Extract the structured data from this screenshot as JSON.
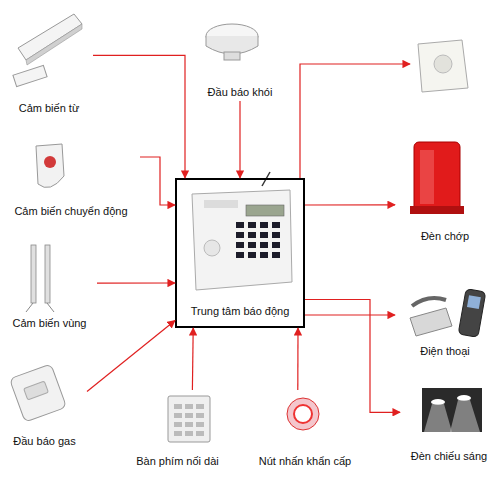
{
  "diagram": {
    "nodes": [
      {
        "text": [
          "Cảm biến từ"
        ]
      },
      {
        "text": [
          "Đầu báo khói"
        ]
      },
      {
        "text": [
          "Cảm biến chuyển động"
        ]
      },
      {
        "text": [
          "Trung tâm báo động"
        ]
      },
      {
        "text": [
          "Đèn chớp"
        ]
      },
      {
        "text": [
          "Cảm biến vùng"
        ]
      },
      {
        "text": [
          "Điện thoại"
        ]
      },
      {
        "text": [
          "Đầu báo gas"
        ]
      },
      {
        "text": [
          "Đèn chiếu sáng"
        ]
      },
      {
        "text": [
          "Bàn phím nối dài"
        ]
      },
      {
        "text": [
          "Nút nhấn khẩn cấp"
        ]
      }
    ],
    "edges": [
      {
        "from": 0,
        "to": 3,
        "arrow": "to"
      },
      {
        "from": 1,
        "to": 3,
        "arrow": "to"
      },
      {
        "from": 2,
        "to": 3,
        "arrow": "to"
      },
      {
        "from": 5,
        "to": 3,
        "arrow": "to"
      },
      {
        "from": 7,
        "to": 3,
        "arrow": "to"
      },
      {
        "from": 9,
        "to": 3,
        "arrow": "to"
      },
      {
        "from": 10,
        "to": 3,
        "arrow": "to"
      },
      {
        "from": 3,
        "to": 4,
        "arrow": "to"
      },
      {
        "from": 3,
        "to": 6,
        "arrow": "to"
      },
      {
        "from": 3,
        "to": 8,
        "arrow": "to"
      }
    ]
  }
}
